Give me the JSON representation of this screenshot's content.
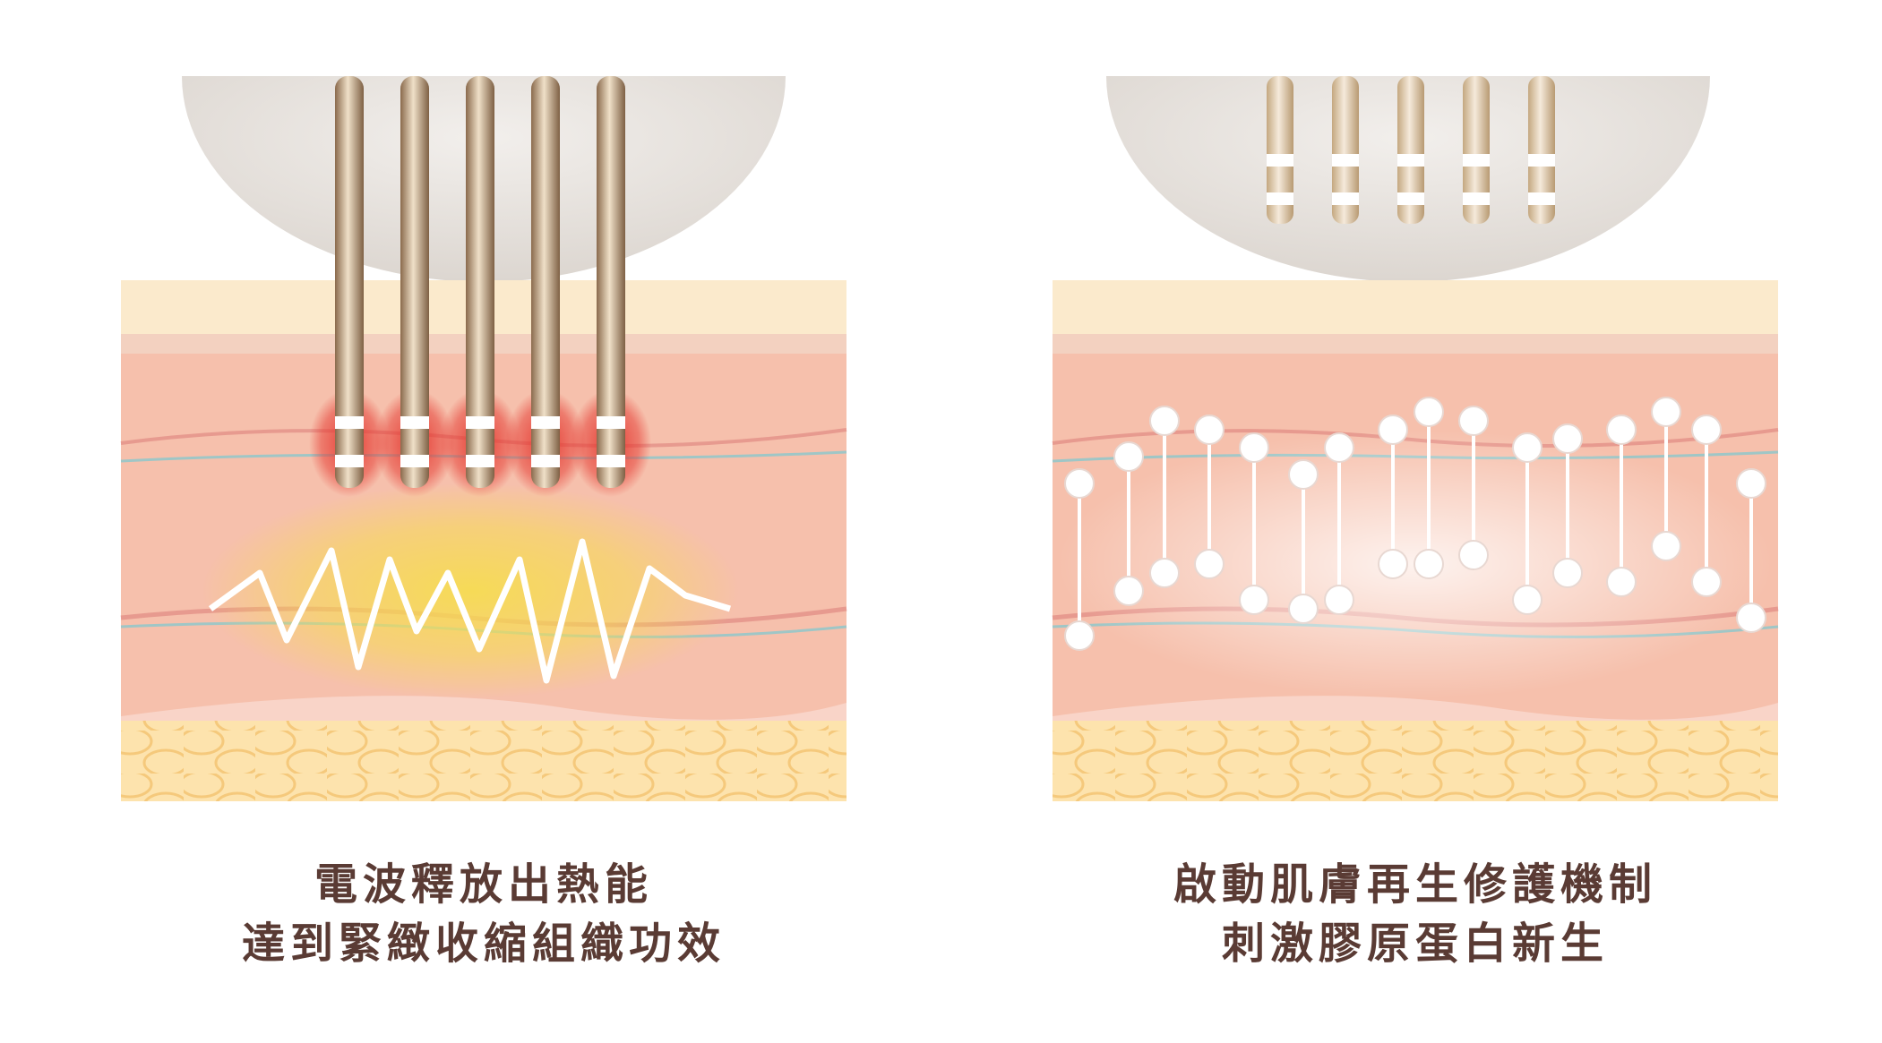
{
  "panels": [
    {
      "id": "rf-energy",
      "caption_line1": "電波釋放出熱能",
      "caption_line2": "達到緊緻收縮組織功效"
    },
    {
      "id": "collagen-regeneration",
      "caption_line1": "啟動肌膚再生修護機制",
      "caption_line2": "刺激膠原蛋白新生"
    }
  ],
  "colors": {
    "text": "#5a3b34",
    "epidermis": "#fbeacc",
    "dermis": "#f6c0ac",
    "fat": "#fde3ad",
    "fat_lines": "#f7cf86",
    "needle": "#b29070",
    "heat_glow": "#f6dc52",
    "hot_tip": "#e5372f",
    "collagen": "#ffffff"
  }
}
